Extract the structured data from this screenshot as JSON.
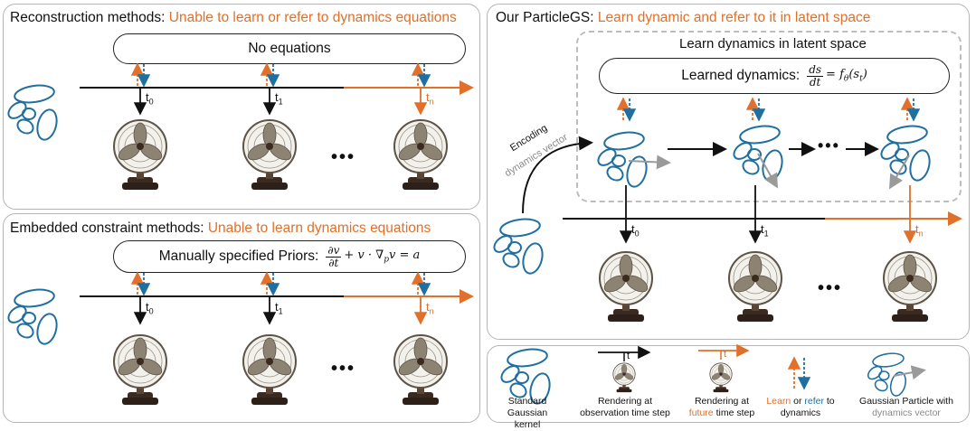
{
  "recon": {
    "title_black": "Reconstruction methods: ",
    "title_orange": "Unable to learn or refer to dynamics equations",
    "pill": "No equations",
    "t0": "0",
    "t1": "1",
    "tn": "n",
    "ellipsis": "•••"
  },
  "embedded": {
    "title_black": "Embedded constraint methods: ",
    "title_orange": "Unable to learn dynamics equations",
    "pill": "Manually specified Priors:",
    "eq_lhs_num": "∂v",
    "eq_lhs_den": "∂t",
    "eq_rest": "+ v · ∇",
    "eq_sub": "p",
    "eq_end": "v = a",
    "t0": "0",
    "t1": "1",
    "tn": "n",
    "ellipsis": "•••"
  },
  "ours": {
    "title_black": "Our ParticleGS: ",
    "title_orange": "Learn dynamic and refer to it in latent space",
    "latent_label": "Learn dynamics in latent space",
    "pill": "Learned dynamics:",
    "eq_num": "ds",
    "eq_den": "dt",
    "eq_rest": "= f",
    "eq_sub": "θ",
    "eq_arg": "(s",
    "eq_arg_sub": "t",
    "eq_close": ")",
    "encoding": "Encoding",
    "dyn_vector": "dynamics vector",
    "t0": "0",
    "t1": "1",
    "tn": "n",
    "ellipsis": "•••",
    "mid_dots": "•••"
  },
  "legend": {
    "t_label": "t",
    "gaussian": "Standard Gaussian kernel",
    "obs_render_1": "Rendering at",
    "obs_render_2": "observation time step",
    "fut_render_1": "Rendering at",
    "fut_render_2": "future",
    "fut_render_3": "time step",
    "learn": "Learn",
    "or": "or",
    "refer": "refer",
    "to": "to",
    "dynamics": "dynamics",
    "particle_1": "Gaussian Particle with",
    "particle_2": "dynamics vector"
  },
  "colors": {
    "orange": "#e0702a",
    "blue": "#1f6fa1",
    "grey": "#9a9a9a",
    "black": "#111111"
  },
  "icons": [
    "gaussian-kernel-icon",
    "fan-image-icon",
    "learn-arrow-icon",
    "refer-arrow-icon",
    "particle-icon"
  ]
}
